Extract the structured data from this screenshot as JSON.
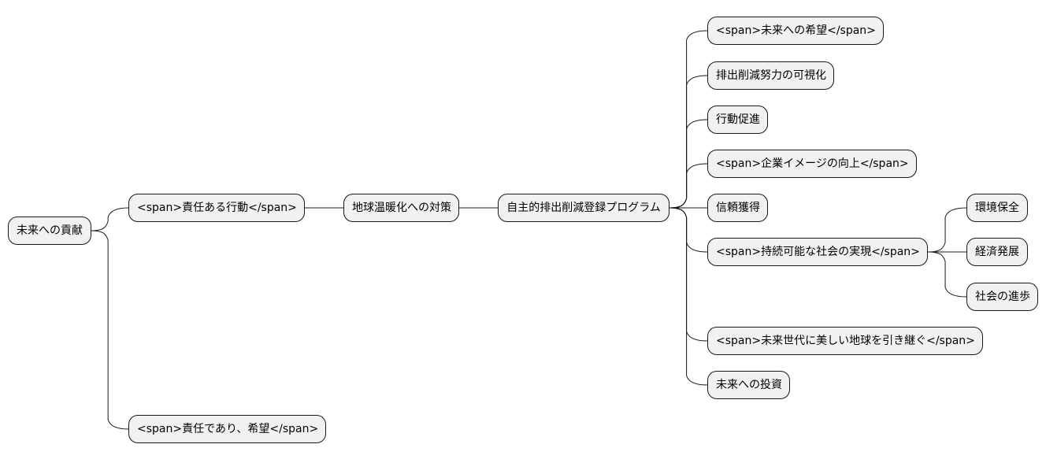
{
  "mindmap": {
    "root": {
      "id": "n-root",
      "label": "未来への貢献",
      "children": [
        {
          "id": "n-responsible-action",
          "label": "<span>責任ある行動</span>",
          "children": [
            {
              "id": "n-global-warming",
              "label": "地球温暖化への対策",
              "children": [
                {
                  "id": "n-program",
                  "label": "自主的排出削減登録プログラム",
                  "children": [
                    {
                      "id": "n-hope",
                      "label": "<span>未来への希望</span>",
                      "children": []
                    },
                    {
                      "id": "n-visualize",
                      "label": "排出削減努力の可視化",
                      "children": []
                    },
                    {
                      "id": "n-promote",
                      "label": "行動促進",
                      "children": []
                    },
                    {
                      "id": "n-image",
                      "label": "<span>企業イメージの向上</span>",
                      "children": []
                    },
                    {
                      "id": "n-trust",
                      "label": "信頼獲得",
                      "children": []
                    },
                    {
                      "id": "n-sustainable",
                      "label": "<span>持続可能な社会の実現</span>",
                      "children": [
                        {
                          "id": "n-env",
                          "label": "環境保全",
                          "children": []
                        },
                        {
                          "id": "n-econ",
                          "label": "経済発展",
                          "children": []
                        },
                        {
                          "id": "n-social",
                          "label": "社会の進歩",
                          "children": []
                        }
                      ]
                    },
                    {
                      "id": "n-future-gen",
                      "label": "<span>未来世代に美しい地球を引き継ぐ</span>",
                      "children": []
                    },
                    {
                      "id": "n-invest",
                      "label": "未来への投資",
                      "children": []
                    }
                  ]
                }
              ]
            }
          ]
        },
        {
          "id": "n-responsibility-hope",
          "label": "<span>責任であり、希望</span>",
          "children": []
        }
      ]
    }
  }
}
